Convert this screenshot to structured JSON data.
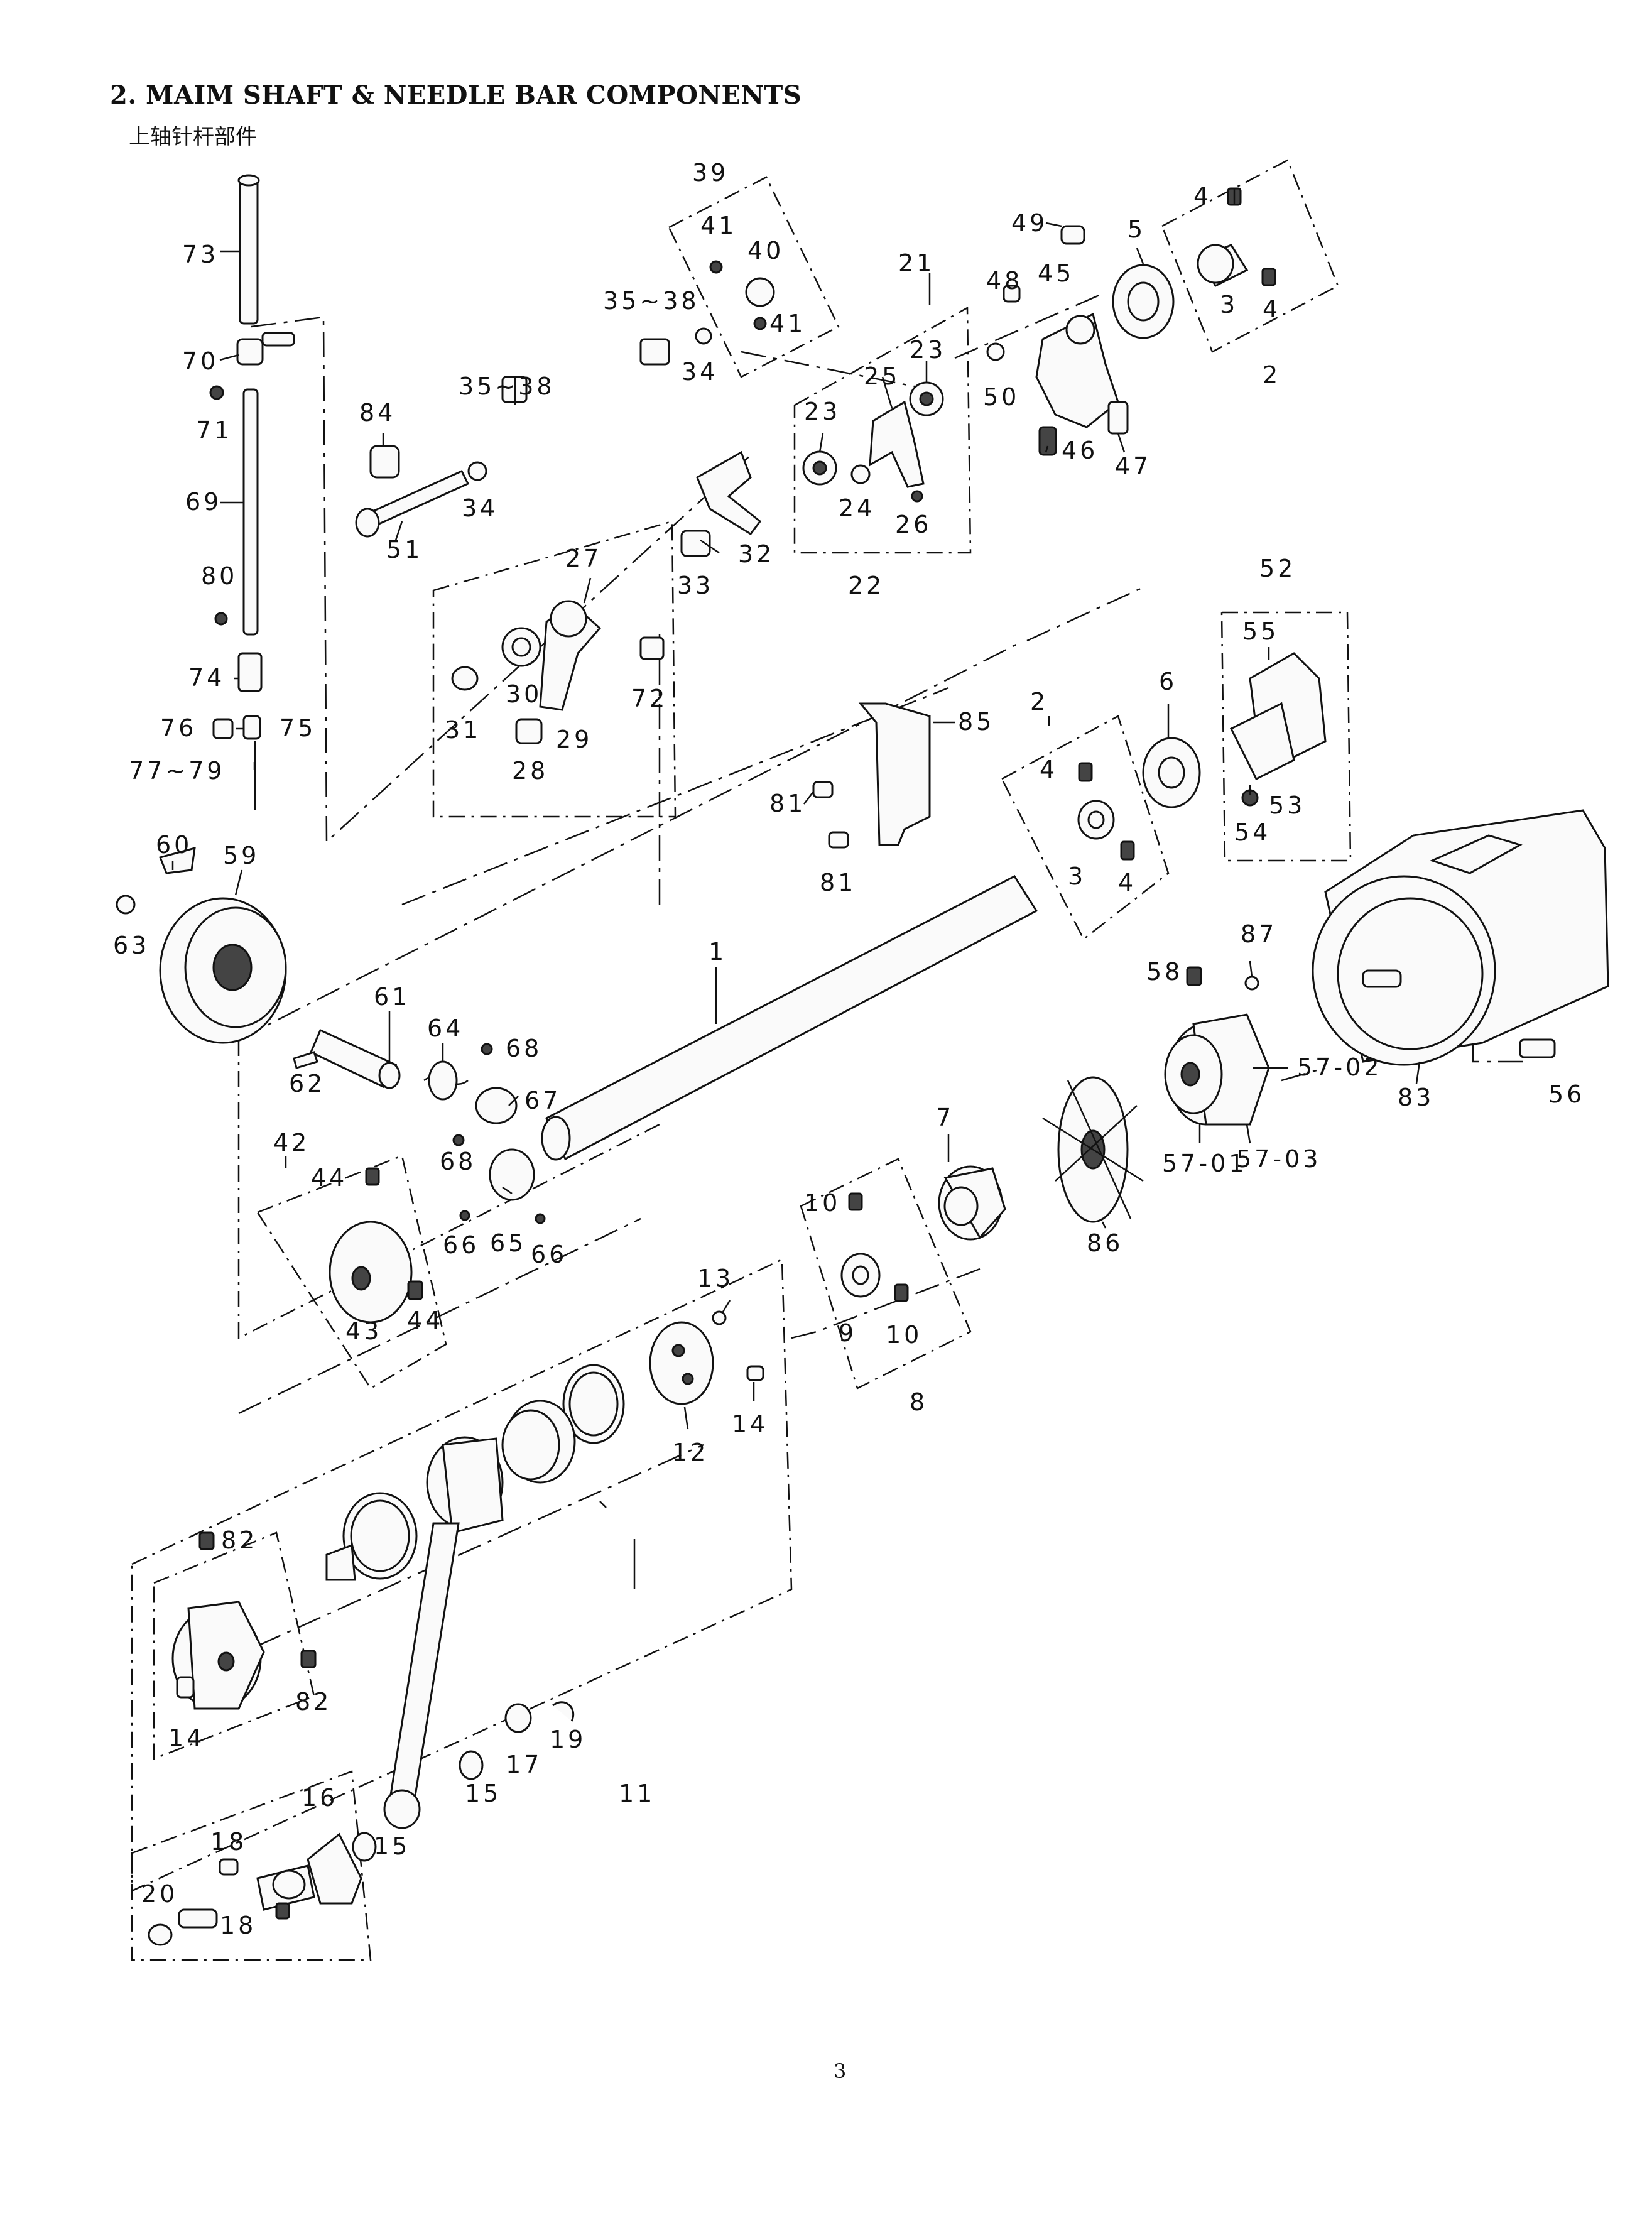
{
  "page": {
    "title": "2. MAIM SHAFT & NEEDLE BAR COMPONENTS",
    "subtitle": "上轴针杆部件",
    "page_number": "3"
  },
  "callouts": [
    {
      "id": "c73",
      "text": "73"
    },
    {
      "id": "c70",
      "text": "70"
    },
    {
      "id": "c71",
      "text": "71"
    },
    {
      "id": "c69",
      "text": "69"
    },
    {
      "id": "c80",
      "text": "80"
    },
    {
      "id": "c74",
      "text": "74"
    },
    {
      "id": "c76",
      "text": "76"
    },
    {
      "id": "c75",
      "text": "75"
    },
    {
      "id": "c77",
      "text": "77~79"
    },
    {
      "id": "c84",
      "text": "84"
    },
    {
      "id": "c34a",
      "text": "34"
    },
    {
      "id": "c51",
      "text": "51"
    },
    {
      "id": "c3538a",
      "text": "35~38"
    },
    {
      "id": "c3538b",
      "text": "35~38"
    },
    {
      "id": "c34b",
      "text": "34"
    },
    {
      "id": "c39",
      "text": "39"
    },
    {
      "id": "c41a",
      "text": "41"
    },
    {
      "id": "c40",
      "text": "40"
    },
    {
      "id": "c41b",
      "text": "41"
    },
    {
      "id": "c32",
      "text": "32"
    },
    {
      "id": "c33",
      "text": "33"
    },
    {
      "id": "c27",
      "text": "27"
    },
    {
      "id": "c30",
      "text": "30"
    },
    {
      "id": "c31",
      "text": "31"
    },
    {
      "id": "c29",
      "text": "29"
    },
    {
      "id": "c28",
      "text": "28"
    },
    {
      "id": "c72",
      "text": "72"
    },
    {
      "id": "c21",
      "text": "21"
    },
    {
      "id": "c23a",
      "text": "23"
    },
    {
      "id": "c25",
      "text": "25"
    },
    {
      "id": "c23b",
      "text": "23"
    },
    {
      "id": "c24",
      "text": "24"
    },
    {
      "id": "c26",
      "text": "26"
    },
    {
      "id": "c22",
      "text": "22"
    },
    {
      "id": "c49",
      "text": "49"
    },
    {
      "id": "c48",
      "text": "48"
    },
    {
      "id": "c45",
      "text": "45"
    },
    {
      "id": "c50",
      "text": "50"
    },
    {
      "id": "c46",
      "text": "46"
    },
    {
      "id": "c47",
      "text": "47"
    },
    {
      "id": "c5",
      "text": "5"
    },
    {
      "id": "c4a",
      "text": "4"
    },
    {
      "id": "c3a",
      "text": "3"
    },
    {
      "id": "c4b",
      "text": "4"
    },
    {
      "id": "c2a",
      "text": "2"
    },
    {
      "id": "c52",
      "text": "52"
    },
    {
      "id": "c55",
      "text": "55"
    },
    {
      "id": "c6",
      "text": "6"
    },
    {
      "id": "c53",
      "text": "53"
    },
    {
      "id": "c54",
      "text": "54"
    },
    {
      "id": "c2b",
      "text": "2"
    },
    {
      "id": "c4c",
      "text": "4"
    },
    {
      "id": "c3b",
      "text": "3"
    },
    {
      "id": "c4d",
      "text": "4"
    },
    {
      "id": "c85",
      "text": "85"
    },
    {
      "id": "c81a",
      "text": "81"
    },
    {
      "id": "c81b",
      "text": "81"
    },
    {
      "id": "c60",
      "text": "60"
    },
    {
      "id": "c59",
      "text": "59"
    },
    {
      "id": "c63",
      "text": "63"
    },
    {
      "id": "c1",
      "text": "1"
    },
    {
      "id": "c61",
      "text": "61"
    },
    {
      "id": "c64",
      "text": "64"
    },
    {
      "id": "c68a",
      "text": "68"
    },
    {
      "id": "c67",
      "text": "67"
    },
    {
      "id": "c62",
      "text": "62"
    },
    {
      "id": "c68b",
      "text": "68"
    },
    {
      "id": "c65",
      "text": "65"
    },
    {
      "id": "c66a",
      "text": "66"
    },
    {
      "id": "c66b",
      "text": "66"
    },
    {
      "id": "c42",
      "text": "42"
    },
    {
      "id": "c44a",
      "text": "44"
    },
    {
      "id": "c43",
      "text": "43"
    },
    {
      "id": "c44b",
      "text": "44"
    },
    {
      "id": "c87",
      "text": "87"
    },
    {
      "id": "c58",
      "text": "58"
    },
    {
      "id": "c5702",
      "text": "57-02"
    },
    {
      "id": "c5701",
      "text": "57-01"
    },
    {
      "id": "c5703",
      "text": "57-03"
    },
    {
      "id": "c83",
      "text": "83"
    },
    {
      "id": "c56",
      "text": "56"
    },
    {
      "id": "c7",
      "text": "7"
    },
    {
      "id": "c86",
      "text": "86"
    },
    {
      "id": "c10a",
      "text": "10"
    },
    {
      "id": "c9",
      "text": "9"
    },
    {
      "id": "c10b",
      "text": "10"
    },
    {
      "id": "c8",
      "text": "8"
    },
    {
      "id": "c13",
      "text": "13"
    },
    {
      "id": "c14a",
      "text": "14"
    },
    {
      "id": "c12",
      "text": "12"
    },
    {
      "id": "c82a",
      "text": "82"
    },
    {
      "id": "c82b",
      "text": "82"
    },
    {
      "id": "c14b",
      "text": "14"
    },
    {
      "id": "c19",
      "text": "19"
    },
    {
      "id": "c17",
      "text": "17"
    },
    {
      "id": "c15a",
      "text": "15"
    },
    {
      "id": "c11",
      "text": "11"
    },
    {
      "id": "c16",
      "text": "16"
    },
    {
      "id": "c15b",
      "text": "15"
    },
    {
      "id": "c18a",
      "text": "18"
    },
    {
      "id": "c20",
      "text": "20"
    },
    {
      "id": "c18b",
      "text": "18"
    }
  ]
}
